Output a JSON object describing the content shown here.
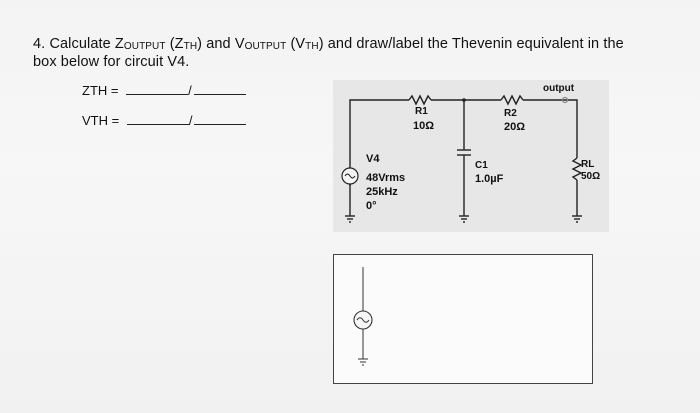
{
  "question": {
    "number": "4.",
    "text_part1": "Calculate Z",
    "sub_output": "output",
    "text_part2": " (Z",
    "sub_th": "TH",
    "text_part3": ") and V",
    "sub_output2": "output",
    "text_part4": " (V",
    "sub_th2": "TH",
    "text_part5": ") and draw/label the Thevenin equivalent in the",
    "line2": "box below for circuit V4."
  },
  "answers": {
    "zth_label": "ZTH =",
    "vth_label": "VTH =",
    "separator": "/"
  },
  "circuit": {
    "source_name": "V4",
    "source_voltage": "48Vrms",
    "source_freq": "25kHz",
    "source_phase": "0°",
    "r1_name": "R1",
    "r1_value": "10Ω",
    "r2_name": "R2",
    "r2_value": "20Ω",
    "c1_name": "C1",
    "c1_value": "1.0µF",
    "rl_name": "RL",
    "rl_value": "50Ω",
    "output_label": "output"
  }
}
